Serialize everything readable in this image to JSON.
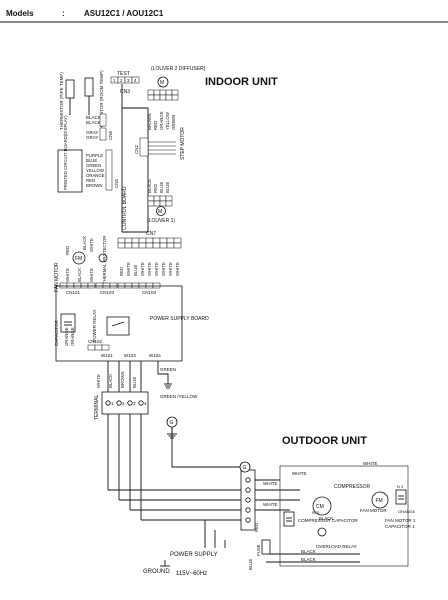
{
  "header": {
    "models_label": "Models",
    "colon": ":",
    "models_value": "ASU12C1 / AOU12C1"
  },
  "diagram": {
    "indoor_title": "INDOOR UNIT",
    "outdoor_title": "OUTDOOR UNIT",
    "louver_top": "(LOUVER 2 DIFFUSER)",
    "louver_bottom": "(LOUVER 1)",
    "test": "TEST",
    "test_pins": [
      "1",
      "2",
      "3",
      "4"
    ],
    "cn3": "CN3",
    "thermistor_pipe": "THERMISTOR (PIPE TEMP)",
    "thermistor_room": "THERMISTOR (ROOM TEMP)",
    "black": "BLACK",
    "gray": "GRAY",
    "cn6": "CN6",
    "cn2": "CN2",
    "cn5": "CN5",
    "cn7": "CN7",
    "cn8": "CN8",
    "cn101": "CN101",
    "cn102": "CN102",
    "cn103": "CN103",
    "cn104": "CN104",
    "step_motor": "STEP MOTOR",
    "control_board": "CONTROL BOARD",
    "printed_circuit": "PRINTED CIRCUIT BOARD(DISPLAY)",
    "pcb_wires": [
      "PURPLE",
      "BLUE",
      "GREEN",
      "YELLOW",
      "ORANGE",
      "RED",
      "BROWN"
    ],
    "louver2_wires": [
      "BROWN",
      "RED",
      "ORANGE",
      "YELLOW",
      "GREEN"
    ],
    "louver1_wires": [
      "BLACK",
      "RED",
      "BLUE",
      "BLUE"
    ],
    "fan_motor": "FAN MOTOR",
    "fm": "FM",
    "thermal_protector": "THERMAL PROTECTOR",
    "fan_wires": [
      "RED",
      "BLACK",
      "WHITE"
    ],
    "cn7_wires": [
      "RED",
      "WHITE",
      "BLUE",
      "WHITE",
      "WHITE",
      "WHITE",
      "WHITE",
      "WHITE",
      "WHITE"
    ],
    "capacitor": "CAPACITOR",
    "orange": "ORANGE",
    "power_relay": "POWER RELAY",
    "power_supply_board": "POWER SUPPLY BOARD",
    "w101": "W101",
    "w103": "W103",
    "w104": "W104",
    "green": "GREEN",
    "green_yellow": "GREEN /YELLOW",
    "terminal": "TERMINAL",
    "terminal_wires": [
      "WHITE",
      "BLACK",
      "BROWN",
      "BLUE"
    ],
    "terminal_pins": [
      "1",
      "2",
      "3",
      "4"
    ],
    "g": "G",
    "m": "M",
    "white": "WHITE",
    "compressor": "COMPRESSOR",
    "cm": "CM",
    "compressor_capacitor": "COMPRESSOR CAPACITOR",
    "overload_relay": "OVERLOAD RELAY",
    "fan_motor_1": "FAN MOTOR 1",
    "capacitor_1": "CAPACITOR 1",
    "red": "RED",
    "fuse": "FUSE",
    "blue": "BLUE",
    "power_supply": "POWER SUPPLY",
    "voltage": "115V~60Hz",
    "ground": "GROUND",
    "on3": "N 3"
  }
}
